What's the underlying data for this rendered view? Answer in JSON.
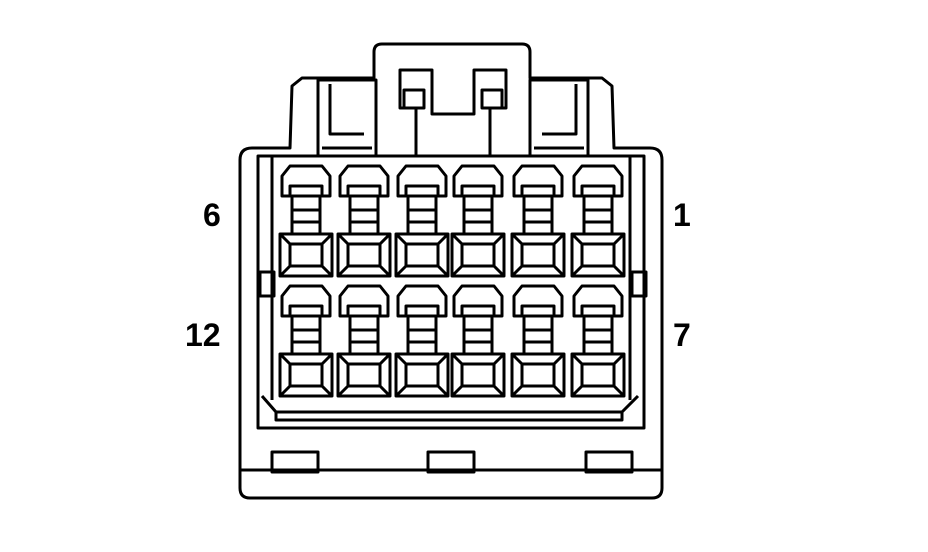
{
  "connector": {
    "pin_labels": {
      "top_left": "6",
      "top_right": "1",
      "bottom_left": "12",
      "bottom_right": "7"
    },
    "rows": 2,
    "columns": 6,
    "line_color": "#000000",
    "background_color": "#ffffff"
  }
}
